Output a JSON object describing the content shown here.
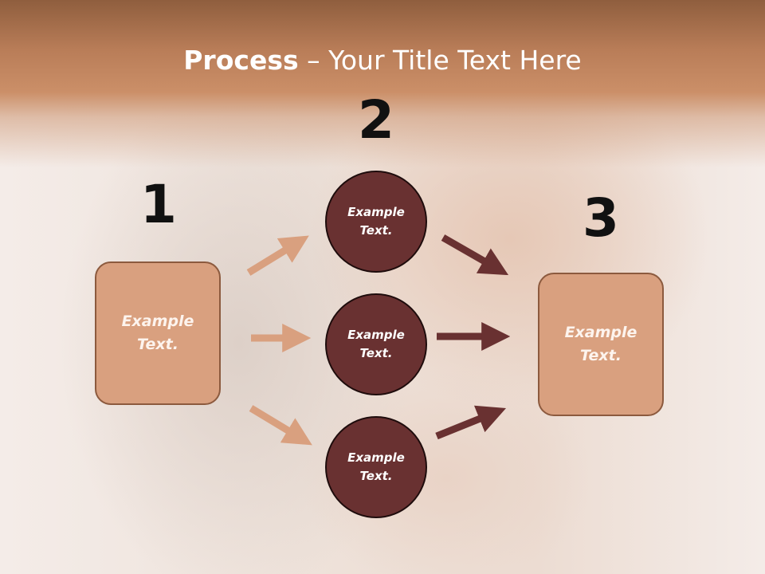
{
  "slide": {
    "title_bold": "Process",
    "title_rest": " – Your Title Text Here"
  },
  "steps": [
    {
      "number": "1",
      "text": "Example Text."
    },
    {
      "number": "2"
    },
    {
      "number": "3",
      "text": "Example Text."
    }
  ],
  "circles": [
    {
      "text": "Example Text."
    },
    {
      "text": "Example Text."
    },
    {
      "text": "Example Text."
    }
  ],
  "colors": {
    "header": "#c58a62",
    "box_fill": "#d9a07f",
    "circle_fill": "#693131",
    "arrow_light": "#d9a07f",
    "arrow_dark": "#693131"
  }
}
